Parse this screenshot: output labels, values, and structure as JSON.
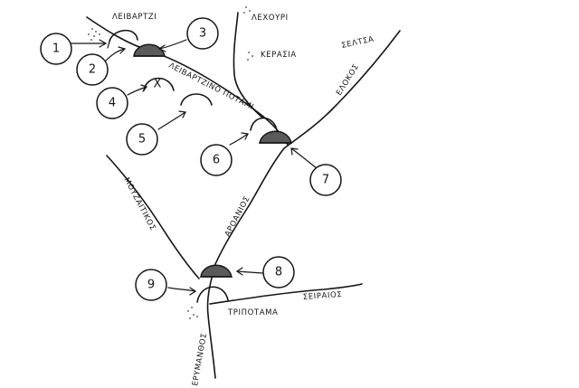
{
  "labels": {
    "leivartsi": "ΛΕΙΒΑΡΤΖΙ",
    "lechouri": "ΛΕΧΟΥΡΙ",
    "kerasia": "ΚΕΡΑΣΙΑ",
    "seltsa": "ΣΕΛΤΣΑ",
    "elokos": "ΕΛΟΚΟΣ",
    "leivartzino_potami": "ΛΕΙΒΑΡΤΖΙΝΟ ΠΟΤΑΜΙ",
    "mouzaitikos": "ΜΟΥΖΑΙΤΙΚΟΣ",
    "aroanios": "ΑΡΟΑΝΙΟΣ",
    "seiraios": "ΣΕΙΡΑΙΟΣ",
    "tripotama": "ΤΡΙΠΟΤΑΜΑ",
    "erymanthos": "ΕΡΥΜΑΝΘΟΣ"
  },
  "markers": {
    "m1": "1",
    "m2": "2",
    "m3": "3",
    "m4": "4",
    "m5": "5",
    "m6": "6",
    "m7": "7",
    "m8": "8",
    "m9": "9"
  },
  "symbols": {
    "cross_mark": "X"
  }
}
